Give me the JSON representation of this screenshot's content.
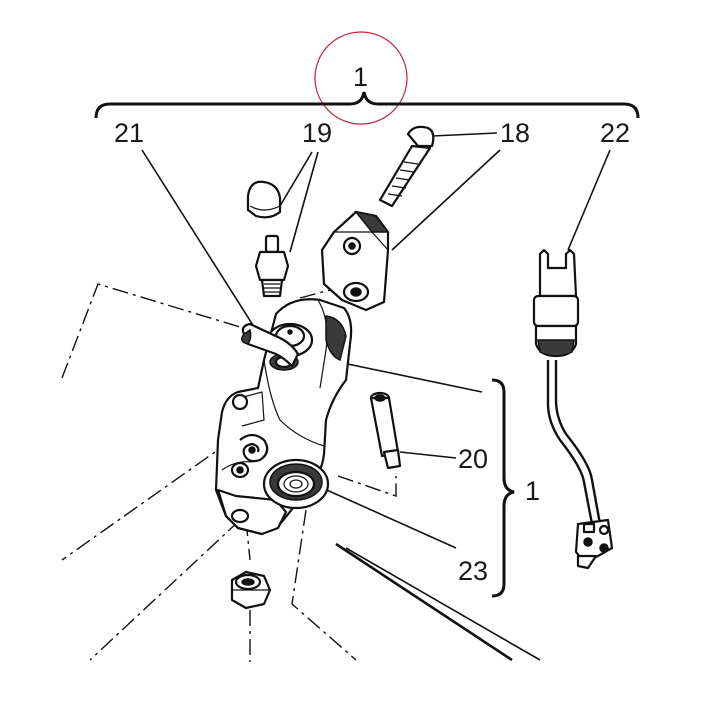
{
  "callouts": {
    "assembly_top": "1",
    "assembly_right": "1",
    "c18": "18",
    "c19": "19",
    "c20": "20",
    "c21": "21",
    "c22": "22",
    "c23": "23"
  },
  "colors": {
    "line": "#111111",
    "highlight_circle": "#c0283a"
  }
}
